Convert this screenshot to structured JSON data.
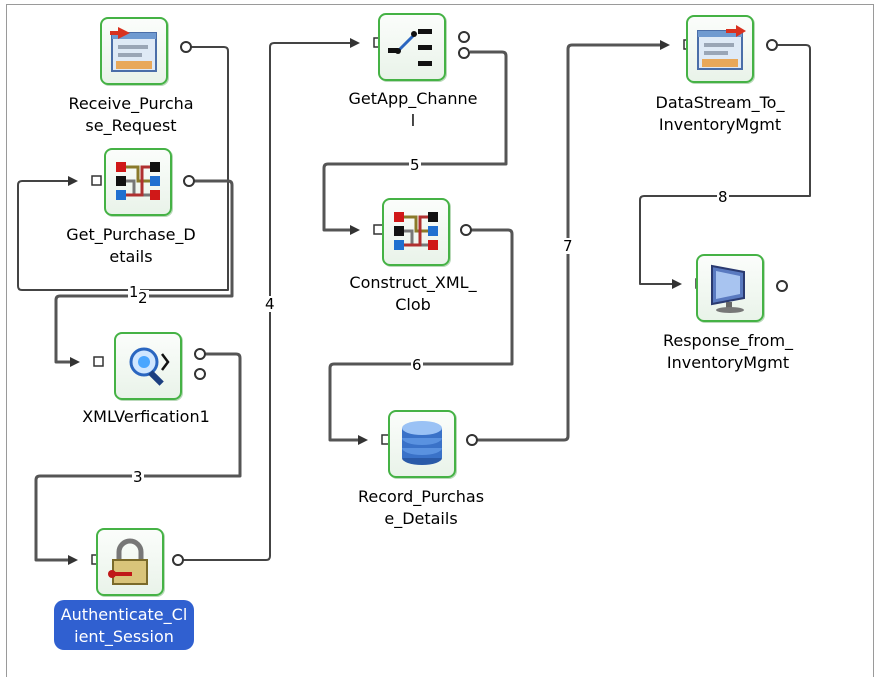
{
  "nodes": [
    {
      "id": "receive",
      "label": "Receive_Purcha\nse_Request",
      "icon": "receive-screen-icon",
      "selected": false
    },
    {
      "id": "get_details",
      "label": "Get_Purchase_D\netails",
      "icon": "transform-icon",
      "selected": false
    },
    {
      "id": "xmlverif",
      "label": "XMLVerfication1",
      "icon": "xml-verify-icon",
      "selected": false
    },
    {
      "id": "auth",
      "label": "Authenticate_Cl\nient_Session",
      "icon": "lock-key-icon",
      "selected": true
    },
    {
      "id": "getapp",
      "label": "GetApp_Channe\nl",
      "icon": "switch-icon",
      "selected": false
    },
    {
      "id": "construct",
      "label": "Construct_XML_\nClob",
      "icon": "transform-icon",
      "selected": false
    },
    {
      "id": "record",
      "label": "Record_Purchas\ne_Details",
      "icon": "database-icon",
      "selected": false
    },
    {
      "id": "datastream",
      "label": "DataStream_To_\nInventoryMgmt",
      "icon": "send-screen-icon",
      "selected": false
    },
    {
      "id": "response",
      "label": "Response_from_\nInventoryMgmt",
      "icon": "monitor-icon",
      "selected": false
    }
  ],
  "edges": [
    {
      "label": "1"
    },
    {
      "label": "2"
    },
    {
      "label": "3"
    },
    {
      "label": "4"
    },
    {
      "label": "5"
    },
    {
      "label": "6"
    },
    {
      "label": "7"
    },
    {
      "label": "8"
    }
  ],
  "colors": {
    "node_border": "#45b245",
    "edge": "#555555",
    "selected_label_bg": "#3060d0"
  }
}
